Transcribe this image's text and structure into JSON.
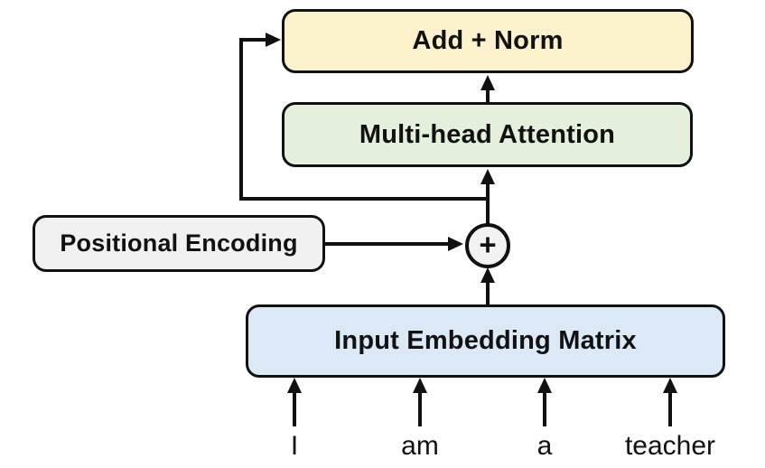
{
  "diagram": {
    "nodes": {
      "add_norm": {
        "label": "Add + Norm",
        "fill": "#FCF1CD"
      },
      "multi_head_attention": {
        "label": "Multi-head Attention",
        "fill": "#E4EFDC"
      },
      "positional_encoding": {
        "label": "Positional Encoding",
        "fill": "#F1F1F2"
      },
      "input_embedding_matrix": {
        "label": "Input Embedding Matrix",
        "fill": "#DBE8F6"
      },
      "add_circle": {
        "label": "+",
        "fill": "#F2F2F2"
      }
    },
    "tokens": [
      "I",
      "am",
      "a",
      "teacher"
    ],
    "edges": [
      {
        "from": "tokens",
        "to": "input_embedding_matrix",
        "type": "arrow"
      },
      {
        "from": "input_embedding_matrix",
        "to": "add_circle",
        "type": "arrow"
      },
      {
        "from": "positional_encoding",
        "to": "add_circle",
        "type": "arrow"
      },
      {
        "from": "add_circle",
        "to": "multi_head_attention",
        "type": "arrow"
      },
      {
        "from": "multi_head_attention",
        "to": "add_norm",
        "type": "arrow"
      },
      {
        "from": "add_circle",
        "to": "add_norm",
        "type": "residual-skip"
      }
    ],
    "colors": {
      "background": "#FFFFFF",
      "line": "#111111",
      "border": "#111111",
      "text": "#111111"
    }
  }
}
